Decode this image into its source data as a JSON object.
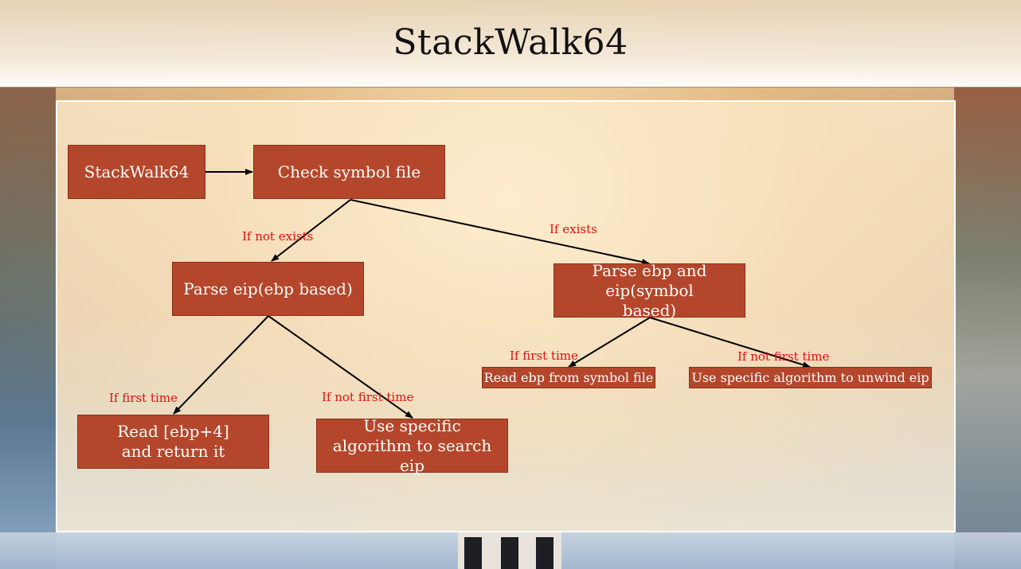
{
  "title": "StackWalk64",
  "nodes": {
    "start": "StackWalk64",
    "check_symbol": "Check symbol file",
    "parse_eip_ebp": "Parse eip(ebp based)",
    "parse_ebp_eip_symbol": "Parse ebp and eip(symbol based)",
    "read_ebp_plus4": "Read [ebp+4] and return it",
    "search_eip": "Use specific algorithm to search eip",
    "read_ebp_symbol": "Read ebp from symbol file",
    "unwind_eip": "Use specific algorithm to unwind eip"
  },
  "edge_labels": {
    "if_not_exists": "If not exists",
    "if_exists": "If exists",
    "if_first_time_left": "If first time",
    "if_not_first_time_left": "If not first time",
    "if_first_time_right": "If first time",
    "if_not_first_time_right": "If not first time"
  },
  "colors": {
    "node_fill": "#b4472b",
    "node_text": "#ffffff",
    "label_text": "#e01010",
    "arrow": "#000000"
  }
}
